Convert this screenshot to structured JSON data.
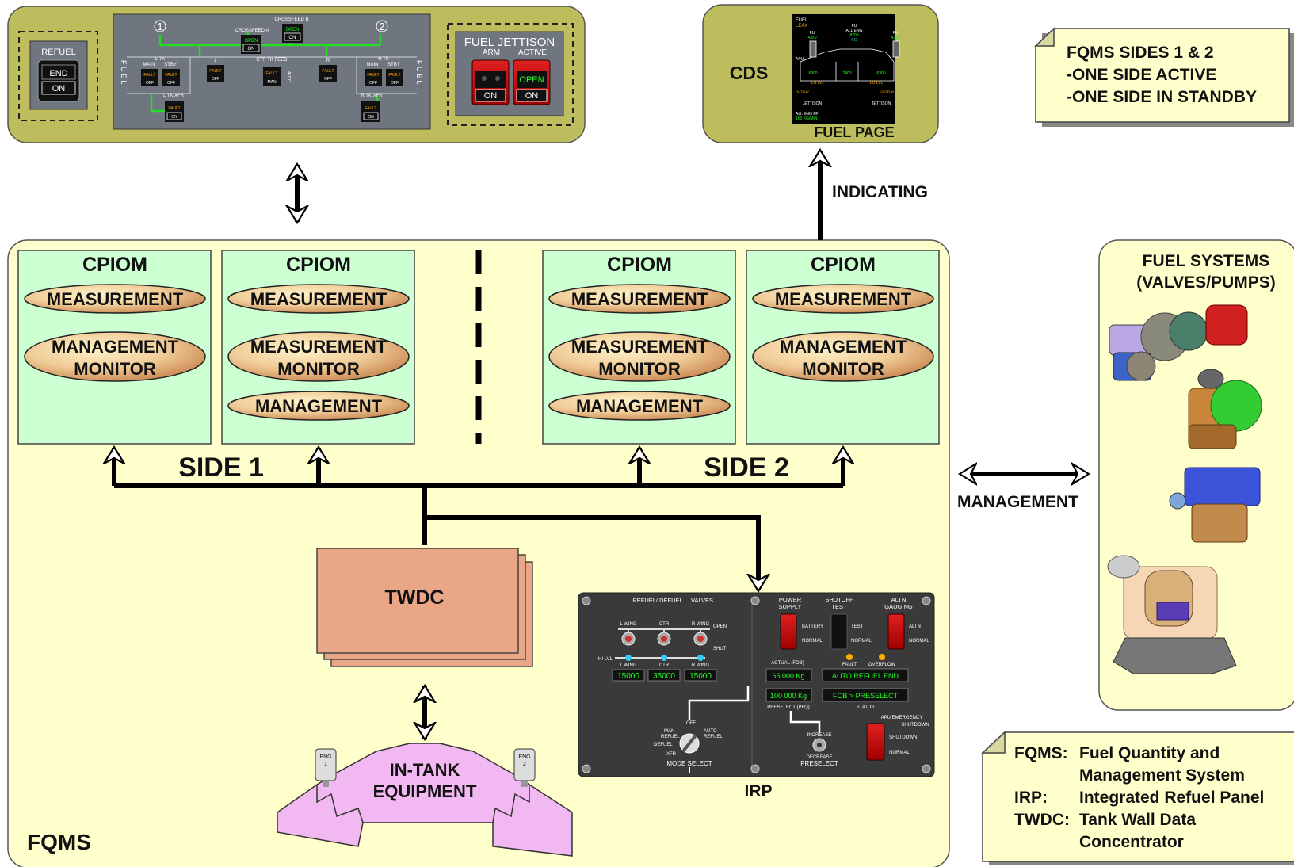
{
  "overhead_panel": {
    "refuel": {
      "title": "REFUEL",
      "end": "END",
      "on": "ON"
    },
    "fuel_panel": {
      "side_left": "F U E L",
      "side_right": "F U E L",
      "crossfeed_b": "CROSSFEED B",
      "crossfeed_a": "CROSSFEED A",
      "open": "OPEN",
      "on": "ON",
      "num1": "1",
      "num2": "2",
      "l_tk": "L TK",
      "r_tk": "R TK",
      "main": "MAIN",
      "stby": "STBY",
      "l": "L",
      "r": "R",
      "ctr_tk_feed": "CTR TK FEED",
      "fault": "FAULT",
      "off": "OFF",
      "man": "MAN",
      "auto": "AUTO",
      "l_tk_xfr": "L TK XFR",
      "r_tk_xfr": "R TK XFR"
    },
    "jettison": {
      "title": "FUEL  JETTISON",
      "arm": "ARM",
      "active": "ACTIVE",
      "open": "OPEN",
      "on": "ON"
    }
  },
  "cds": {
    "label": "CDS",
    "page_label": "FUEL PAGE",
    "screen": {
      "title": "FUEL",
      "leak": "LEAK",
      "fu": "FU",
      "all_eng": "ALL ENG",
      "fu_left": "4350",
      "fu_center": "8700",
      "fu_unit": "KG",
      "fu_right": "4350",
      "apu": "APU",
      "left_qty": "6300",
      "center_qty": "2400",
      "right_qty": "6300",
      "lo_lvl": "LO LVL",
      "outflw": "OUTFLW",
      "jettison": "JETTISON",
      "eng_ff": "ALL ENG FF",
      "ff_val": "160  KG/MIN"
    }
  },
  "indicating": "INDICATING",
  "note_sides": [
    "FQMS SIDES 1 & 2",
    "-ONE SIDE ACTIVE",
    "-ONE SIDE IN STANDBY"
  ],
  "cpioms": [
    {
      "title": "CPIOM",
      "functions": [
        [
          "MEASUREMENT"
        ],
        [
          "MANAGEMENT",
          "MONITOR"
        ]
      ]
    },
    {
      "title": "CPIOM",
      "functions": [
        [
          "MEASUREMENT"
        ],
        [
          "MEASUREMENT",
          "MONITOR"
        ],
        [
          "MANAGEMENT"
        ]
      ]
    },
    {
      "title": "CPIOM",
      "functions": [
        [
          "MEASUREMENT"
        ],
        [
          "MEASUREMENT",
          "MONITOR"
        ],
        [
          "MANAGEMENT"
        ]
      ]
    },
    {
      "title": "CPIOM",
      "functions": [
        [
          "MEASUREMENT"
        ],
        [
          "MANAGEMENT",
          "MONITOR"
        ]
      ]
    }
  ],
  "side1": "SIDE 1",
  "side2": "SIDE 2",
  "fqms_label": "FQMS",
  "twdc": "TWDC",
  "in_tank": [
    "IN-TANK",
    "EQUIPMENT"
  ],
  "eng1": [
    "ENG",
    "1"
  ],
  "eng2": [
    "ENG",
    "2"
  ],
  "irp": {
    "label": "IRP",
    "refuel_defuel": "REFUEL/ DEFUEL",
    "valves": "VALVES",
    "power_supply": [
      "POWER",
      "SUPPLY"
    ],
    "shutoff_test": [
      "SHUTOFF",
      "TEST"
    ],
    "altn_gauging": [
      "ALTN",
      "GAUGING"
    ],
    "l_wing": "L WING",
    "ctr": "CTR",
    "r_wing": "R WING",
    "open": "OPEN",
    "shut": "SHUT",
    "hi_lvl": "HI LVL",
    "battery": "BATTERY",
    "normal": "NORMAL",
    "test": "TEST",
    "altn": "ALTN",
    "fault": "FAULT",
    "overflow": "OVERFLOW",
    "actual_fob": "ACTUAL (FOB)",
    "l_wing_val": "15000",
    "ctr_val": "35000",
    "r_wing_val": "15000",
    "fob_val": "65 000 Kg",
    "status_val": "AUTO  REFUEL  END",
    "preselect_val": "100 000 Kg",
    "status2_val": "FOB  >  PRESELECT",
    "preselect_pfq": "PRESELECT (PFQ)",
    "status": "STATUS",
    "off": "OFF",
    "man_refuel": [
      "MAN",
      "REFUEL"
    ],
    "auto_refuel": [
      "AUTO",
      "REFUEL"
    ],
    "defuel": "DEFUEL",
    "xfr": "XFR",
    "mode_select": "MODE SELECT",
    "increase": "INCREASE",
    "decrease": "DECREASE",
    "preselect": "PRESELECT",
    "apu_shutdown": [
      "APU  EMERGENCY",
      "SHUTDOWN"
    ],
    "shutdown": "SHUTDOWN"
  },
  "management": "MANAGEMENT",
  "fuel_systems": [
    "FUEL SYSTEMS",
    "(VALVES/PUMPS)"
  ],
  "legend": {
    "rows": [
      {
        "abbr": "FQMS:",
        "lines": [
          "Fuel Quantity and",
          "Management System"
        ]
      },
      {
        "abbr": "IRP:",
        "lines": [
          "Integrated Refuel Panel"
        ]
      },
      {
        "abbr": "TWDC:",
        "lines": [
          "Tank Wall Data",
          "Concentrator"
        ]
      }
    ]
  },
  "colors": {
    "olive": "#bdbd5d",
    "cream": "#ffffcc",
    "mint": "#ccffd2",
    "ellipse": "#e8b888",
    "twdc": "#eaa787",
    "tank": "#f2b8f2",
    "panel_dark": "#3a3a3a",
    "panel_grey": "#6f7680"
  }
}
